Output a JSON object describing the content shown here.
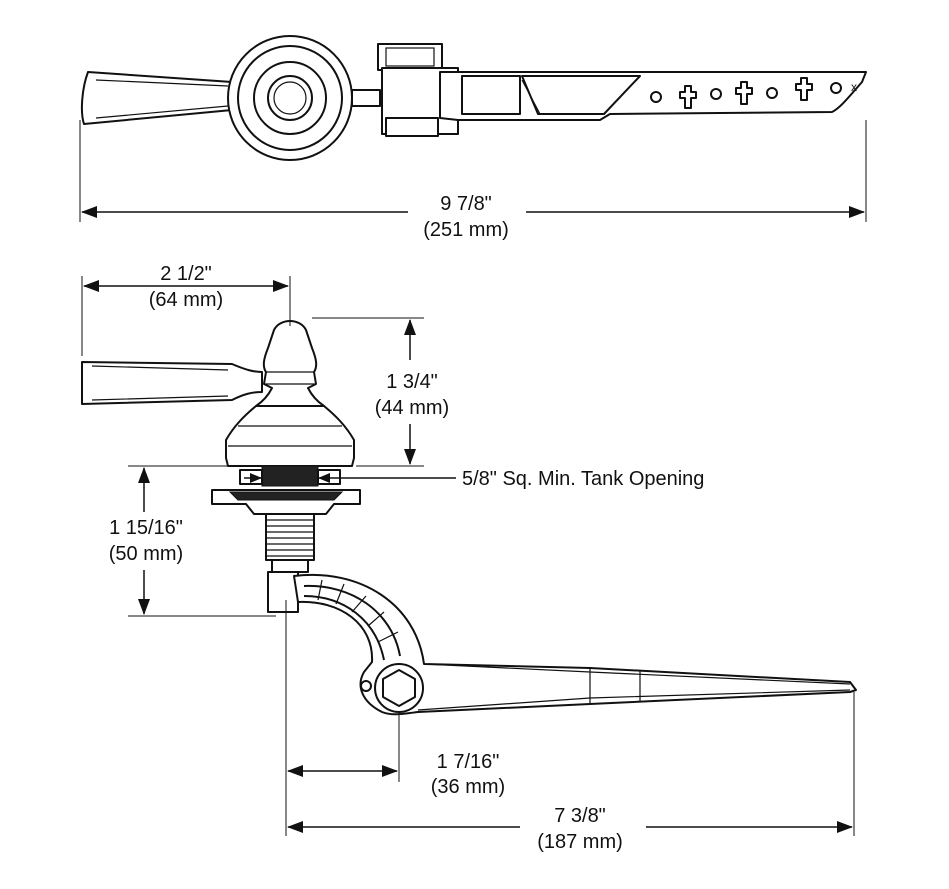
{
  "dimensions": {
    "overall_length": {
      "inch": "9 7/8\"",
      "mm": "(251 mm)"
    },
    "handle_length": {
      "inch": "2 1/2\"",
      "mm": "(64 mm)"
    },
    "escutcheon_height": {
      "inch": "1 3/4\"",
      "mm": "(44 mm)"
    },
    "tank_opening": {
      "label": "5/8\" Sq. Min. Tank Opening"
    },
    "shank_length": {
      "inch": "1 15/16\"",
      "mm": "(50 mm)"
    },
    "arm_offset": {
      "inch": "1 7/16\"",
      "mm": "(36 mm)"
    },
    "arm_length": {
      "inch": "7 3/8\"",
      "mm": "(187 mm)"
    }
  },
  "arm_marker": "x"
}
